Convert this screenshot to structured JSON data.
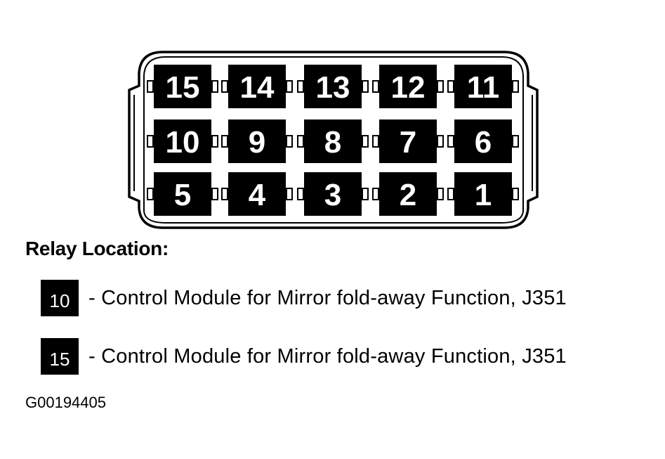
{
  "relay_panel": {
    "rows": [
      [
        "15",
        "14",
        "13",
        "12",
        "11"
      ],
      [
        "10",
        "9",
        "8",
        "7",
        "6"
      ],
      [
        "5",
        "4",
        "3",
        "2",
        "1"
      ]
    ]
  },
  "heading": "Relay Location:",
  "legend": [
    {
      "badge": "10",
      "text": "- Control Module for Mirror fold-away Function, J351"
    },
    {
      "badge": "15",
      "text": "- Control Module for Mirror fold-away Function, J351"
    }
  ],
  "reference_code": "G00194405"
}
